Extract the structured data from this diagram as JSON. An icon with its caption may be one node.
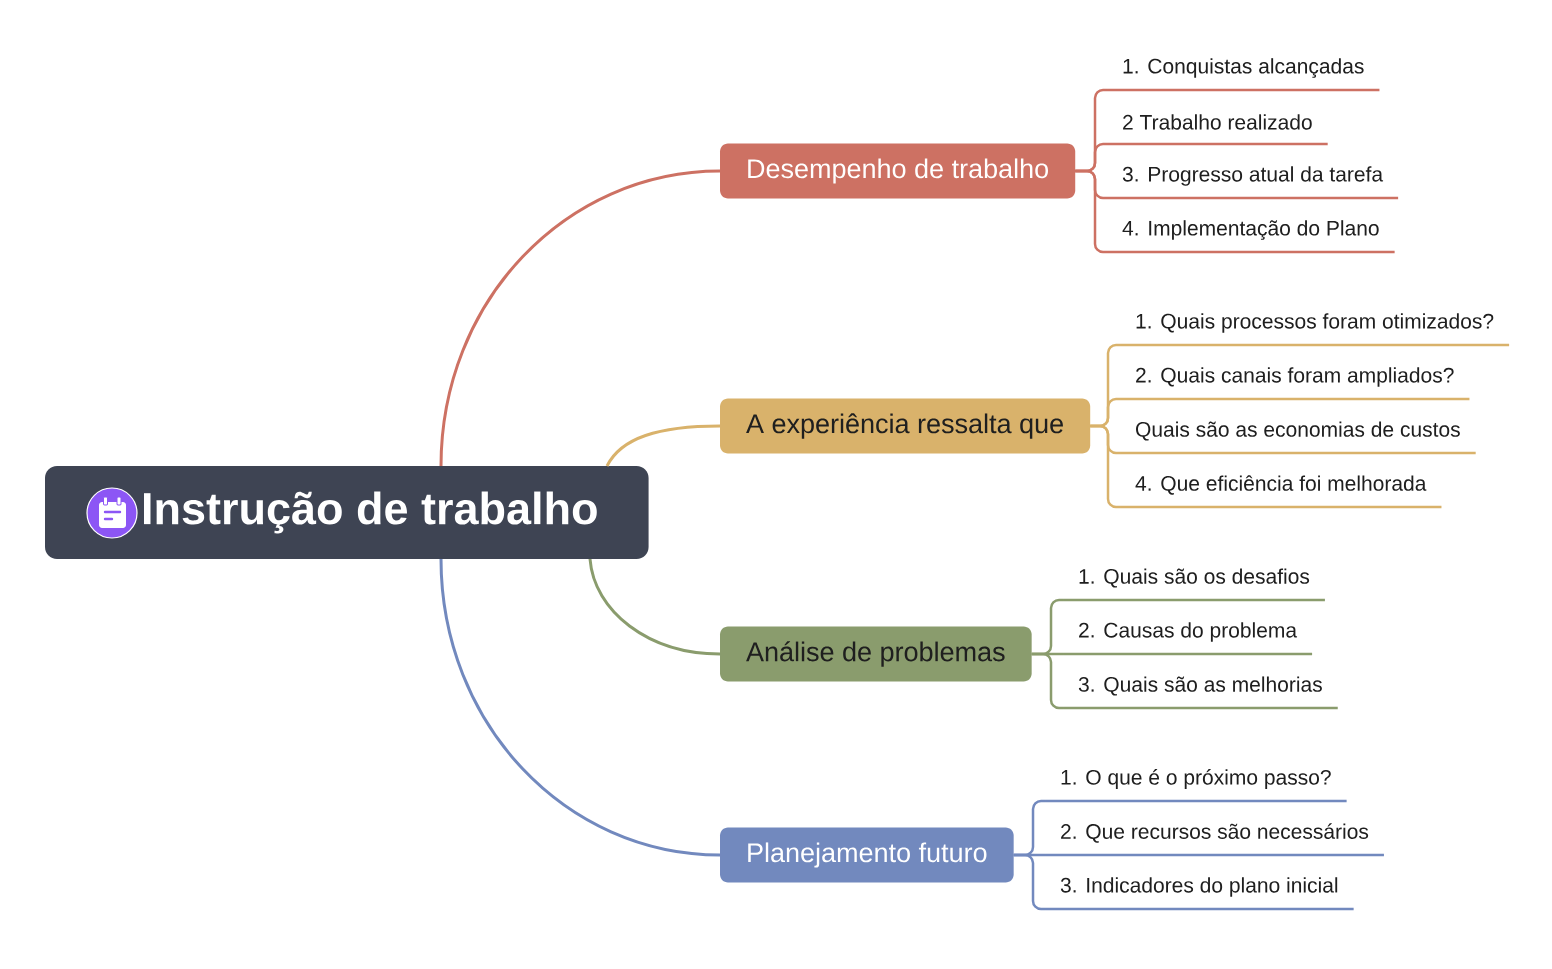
{
  "diagram": {
    "nodes": [
      {
        "text": [
          "Instrução de trabalho"
        ]
      },
      {
        "text": [
          "Desempenho de trabalho"
        ]
      },
      {
        "text": [
          "1. Conquistas alcançadas"
        ]
      },
      {
        "text": [
          "2 Trabalho realizado"
        ]
      },
      {
        "text": [
          "3. Progresso atual da tarefa"
        ]
      },
      {
        "text": [
          "4. Implementação do Plano"
        ]
      },
      {
        "text": [
          "A experiência ressalta que"
        ]
      },
      {
        "text": [
          "1. Quais processos foram otimizados?"
        ]
      },
      {
        "text": [
          "2. Quais canais foram ampliados?"
        ]
      },
      {
        "text": [
          "Quais são as economias de custos"
        ]
      },
      {
        "text": [
          "4. Que eficiência foi melhorada"
        ]
      },
      {
        "text": [
          "Análise de problemas"
        ]
      },
      {
        "text": [
          "1. Quais são os desafios"
        ]
      },
      {
        "text": [
          "2. Causas do problema"
        ]
      },
      {
        "text": [
          "3. Quais são as melhorias"
        ]
      },
      {
        "text": [
          "Planejamento futuro"
        ]
      },
      {
        "text": [
          "1. O que é o próximo passo?"
        ]
      },
      {
        "text": [
          "2. Que recursos são necessários"
        ]
      },
      {
        "text": [
          "3. Indicadores do plano inicial"
        ]
      }
    ],
    "edges": [
      {
        "from": 0,
        "to": 1,
        "arrow": "none",
        "color": "#cd7163"
      },
      {
        "from": 1,
        "to": 2,
        "arrow": "none",
        "color": "#cd7163"
      },
      {
        "from": 1,
        "to": 3,
        "arrow": "none",
        "color": "#cd7163"
      },
      {
        "from": 1,
        "to": 4,
        "arrow": "none",
        "color": "#cd7163"
      },
      {
        "from": 1,
        "to": 5,
        "arrow": "none",
        "color": "#cd7163"
      },
      {
        "from": 0,
        "to": 6,
        "arrow": "none",
        "color": "#d9b26b"
      },
      {
        "from": 6,
        "to": 7,
        "arrow": "none",
        "color": "#d9b26b"
      },
      {
        "from": 6,
        "to": 8,
        "arrow": "none",
        "color": "#d9b26b"
      },
      {
        "from": 6,
        "to": 9,
        "arrow": "none",
        "color": "#d9b26b"
      },
      {
        "from": 6,
        "to": 10,
        "arrow": "none",
        "color": "#d9b26b"
      },
      {
        "from": 0,
        "to": 11,
        "arrow": "none",
        "color": "#8a9c6d"
      },
      {
        "from": 11,
        "to": 12,
        "arrow": "none",
        "color": "#8a9c6d"
      },
      {
        "from": 11,
        "to": 13,
        "arrow": "none",
        "color": "#8a9c6d"
      },
      {
        "from": 11,
        "to": 14,
        "arrow": "none",
        "color": "#8a9c6d"
      },
      {
        "from": 0,
        "to": 15,
        "arrow": "none",
        "color": "#7289be"
      },
      {
        "from": 15,
        "to": 16,
        "arrow": "none",
        "color": "#7289be"
      },
      {
        "from": 15,
        "to": 17,
        "arrow": "none",
        "color": "#7289be"
      },
      {
        "from": 15,
        "to": 18,
        "arrow": "none",
        "color": "#7289be"
      }
    ]
  }
}
